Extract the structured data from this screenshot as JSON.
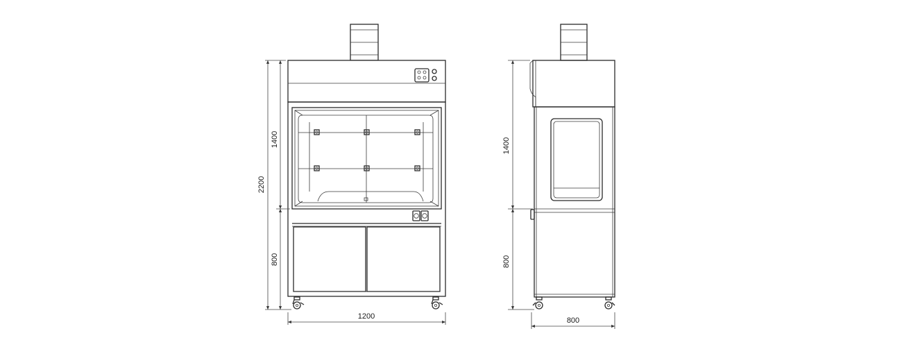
{
  "drawing": {
    "front_view": {
      "dimensions": {
        "total_height": "2200",
        "upper_height": "1400",
        "lower_height": "800",
        "width": "1200"
      }
    },
    "side_view": {
      "dimensions": {
        "upper_height": "1400",
        "lower_height": "800",
        "depth": "800"
      }
    }
  }
}
